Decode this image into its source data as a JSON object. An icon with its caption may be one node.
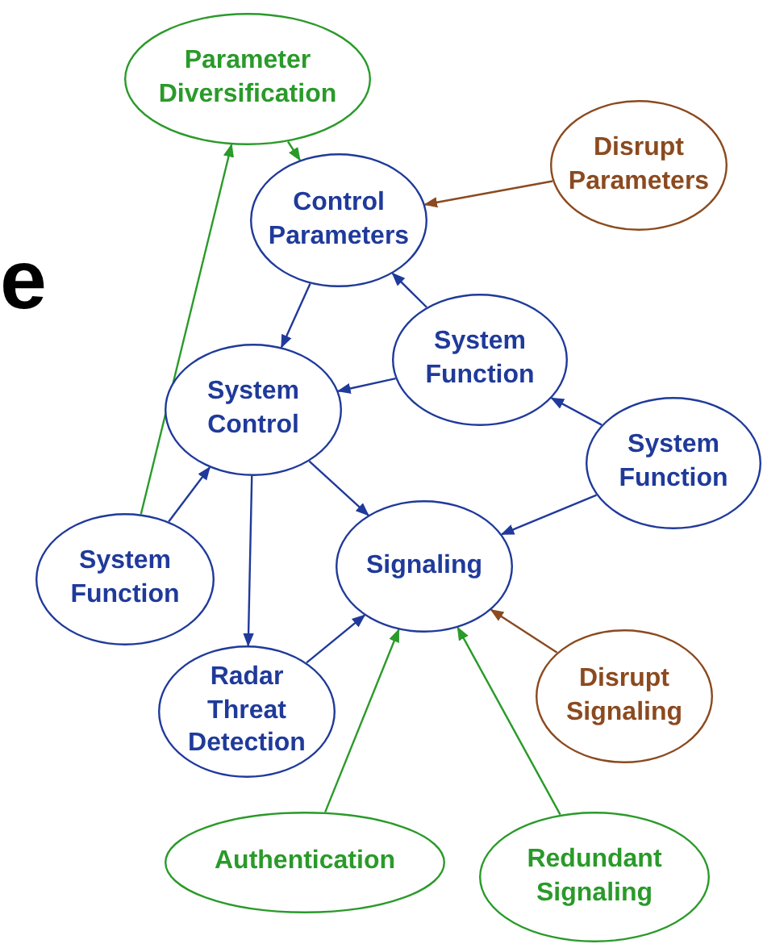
{
  "diagram": {
    "nodes": [
      {
        "text": [
          "Parameter Diversification"
        ]
      },
      {
        "text": [
          "Disrupt Parameters"
        ]
      },
      {
        "text": [
          "Control Parameters"
        ]
      },
      {
        "text": [
          "System Function"
        ]
      },
      {
        "text": [
          "System Control"
        ]
      },
      {
        "text": [
          "System Function"
        ]
      },
      {
        "text": [
          "System Function"
        ]
      },
      {
        "text": [
          "Signaling"
        ]
      },
      {
        "text": [
          "Radar Threat Detection"
        ]
      },
      {
        "text": [
          "Disrupt Signaling"
        ]
      },
      {
        "text": [
          "Authentication"
        ]
      },
      {
        "text": [
          "Redundant Signaling"
        ]
      }
    ],
    "edges": [
      {
        "from": 0,
        "to": 2,
        "arrow": "to",
        "color": "#2a9a2a"
      },
      {
        "from": 1,
        "to": 2,
        "arrow": "to",
        "color": "#8b4a1f"
      },
      {
        "from": 2,
        "to": 4,
        "arrow": "to"
      },
      {
        "from": 3,
        "to": 2,
        "arrow": "to"
      },
      {
        "from": 3,
        "to": 4,
        "arrow": "to"
      },
      {
        "from": 5,
        "to": 3,
        "arrow": "to"
      },
      {
        "from": 5,
        "to": 7,
        "arrow": "to"
      },
      {
        "from": 6,
        "to": 4,
        "arrow": "to"
      },
      {
        "from": 6,
        "to": 0,
        "arrow": "to",
        "color": "#2a9a2a"
      },
      {
        "from": 4,
        "to": 8,
        "arrow": "to"
      },
      {
        "from": 4,
        "to": 7,
        "arrow": "to"
      },
      {
        "from": 8,
        "to": 7,
        "arrow": "to"
      },
      {
        "from": 9,
        "to": 7,
        "arrow": "to",
        "color": "#8b4a1f"
      },
      {
        "from": 10,
        "to": 7,
        "arrow": "to",
        "color": "#2a9a2a"
      },
      {
        "from": 11,
        "to": 7,
        "arrow": "to",
        "color": "#2a9a2a"
      }
    ],
    "labels": [
      "e"
    ]
  }
}
